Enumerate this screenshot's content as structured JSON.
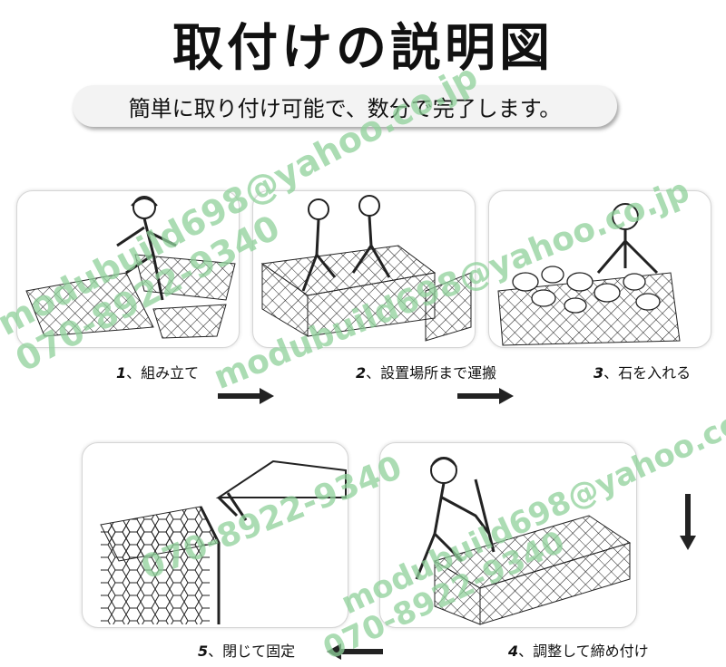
{
  "title": "取付けの説明図",
  "subtitle": "簡単に取り付け可能で、数分で完了します。",
  "steps": [
    {
      "num": "1",
      "label": "、組み立て"
    },
    {
      "num": "2",
      "label": "、設置場所まで運搬"
    },
    {
      "num": "3",
      "label": "、石を入れる"
    },
    {
      "num": "4",
      "label": "、調整して締め付け"
    },
    {
      "num": "5",
      "label": "、閉じて固定"
    }
  ],
  "watermark": {
    "email": "modubuild698@yahoo.co.jp",
    "phone": "070-8922-9340"
  },
  "colors": {
    "watermark": "#8fd19a",
    "arrow": "#222222"
  }
}
